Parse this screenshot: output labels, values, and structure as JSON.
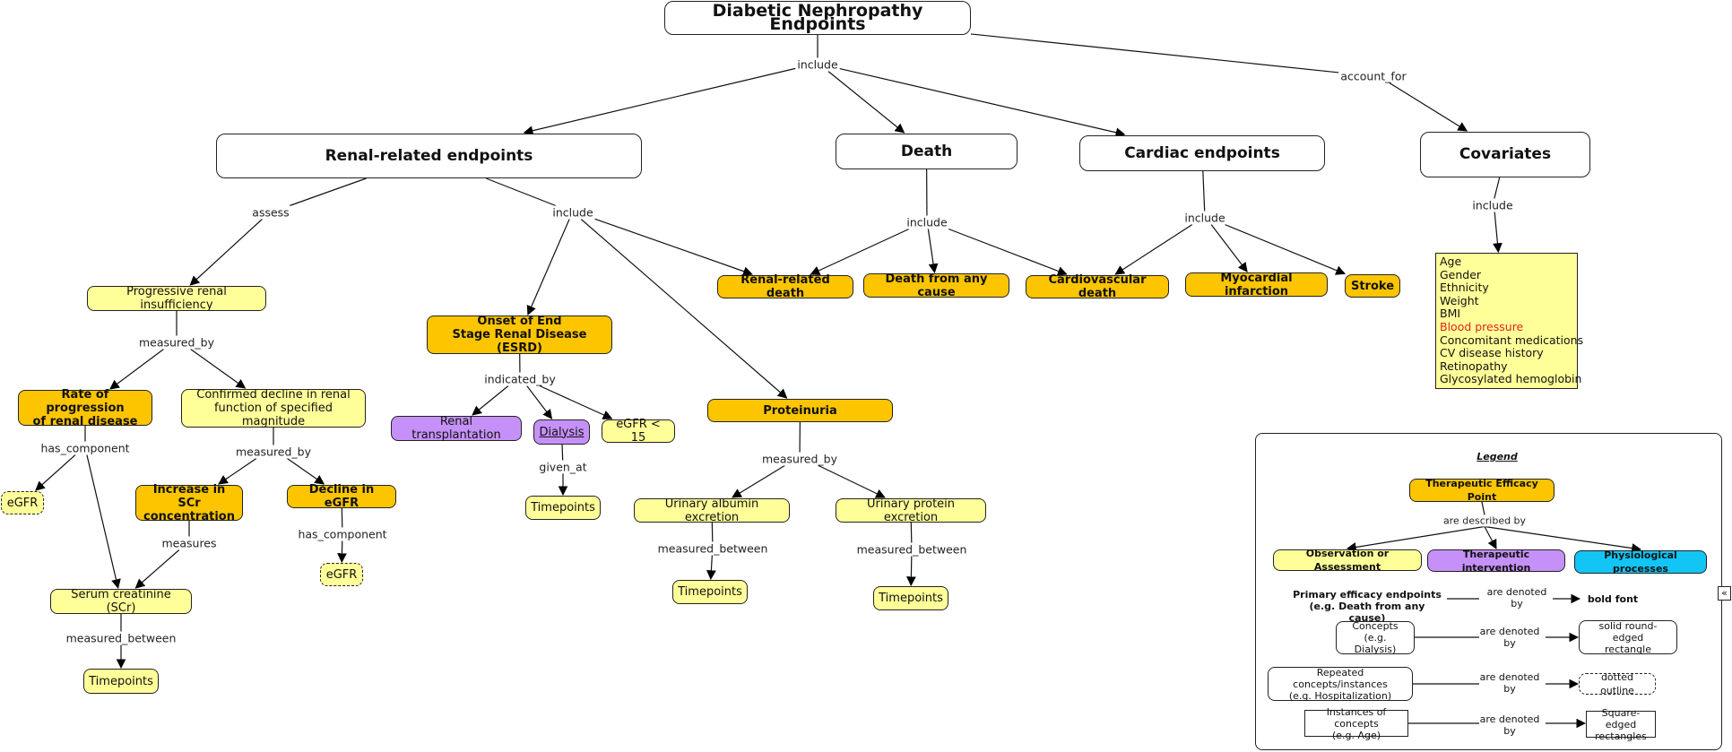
{
  "title": "Diabetic Nephropathy Endpoints",
  "colors": {
    "therapeutic_efficacy_point": "#fcc500",
    "observation_or_assessment": "#ffff99",
    "therapeutic_intervention": "#c591f8",
    "physiological_processes": "#12c5f5",
    "highlight_text": "#e0241b"
  },
  "nodes": [
    {
      "id": "root",
      "text": "Diabetic Nephropathy Endpoints",
      "kind": "hub"
    },
    {
      "id": "renal",
      "text": "Renal-related endpoints",
      "kind": "hub"
    },
    {
      "id": "death",
      "text": "Death",
      "kind": "hub"
    },
    {
      "id": "cardiac",
      "text": "Cardiac endpoints",
      "kind": "hub"
    },
    {
      "id": "covariates",
      "text": "Covariates",
      "kind": "hub"
    },
    {
      "id": "pri",
      "text": "Progressive renal insufficiency",
      "kind": "observe"
    },
    {
      "id": "rate",
      "text": "Rate of progression\nof renal disease",
      "kind": "endpoint"
    },
    {
      "id": "confirmed",
      "text": "Confirmed decline in renal\nfunction of specified magnitude",
      "kind": "observe"
    },
    {
      "id": "egfr1",
      "text": "eGFR",
      "kind": "observe dashed"
    },
    {
      "id": "scr_inc",
      "text": "Increase in SCr\nconcentration",
      "kind": "endpoint"
    },
    {
      "id": "egfr_decline",
      "text": "Decline in eGFR",
      "kind": "endpoint"
    },
    {
      "id": "egfr2",
      "text": "eGFR",
      "kind": "observe dashed"
    },
    {
      "id": "scr",
      "text": "Serum creatinine (SCr)",
      "kind": "observe"
    },
    {
      "id": "tp1",
      "text": "Timepoints",
      "kind": "observe"
    },
    {
      "id": "esrd",
      "text": "Onset of End\nStage Renal Disease (ESRD)",
      "kind": "endpoint"
    },
    {
      "id": "transplant",
      "text": "Renal transplantation",
      "kind": "intervene"
    },
    {
      "id": "dialysis",
      "text": "Dialysis",
      "kind": "intervene underline"
    },
    {
      "id": "egfr15",
      "text": "eGFR < 15",
      "kind": "observe"
    },
    {
      "id": "tp2",
      "text": "Timepoints",
      "kind": "observe"
    },
    {
      "id": "proteinuria",
      "text": "Proteinuria",
      "kind": "endpoint"
    },
    {
      "id": "uae",
      "text": "Urinary albumin excretion",
      "kind": "observe"
    },
    {
      "id": "upe",
      "text": "Urinary protein excretion",
      "kind": "observe"
    },
    {
      "id": "tp3",
      "text": "Timepoints",
      "kind": "observe"
    },
    {
      "id": "tp4",
      "text": "Timepoints",
      "kind": "observe"
    },
    {
      "id": "renal_death",
      "text": "Renal-related death",
      "kind": "endpoint"
    },
    {
      "id": "death_any",
      "text": "Death from any cause",
      "kind": "endpoint"
    },
    {
      "id": "cv_death",
      "text": "Cardiovascular death",
      "kind": "endpoint"
    },
    {
      "id": "mi",
      "text": "Myocardial infarction",
      "kind": "endpoint"
    },
    {
      "id": "stroke",
      "text": "Stroke",
      "kind": "endpoint"
    }
  ],
  "links": [
    {
      "id": "l_root_include",
      "text": "include",
      "from": "root",
      "to": [
        "renal",
        "death",
        "cardiac"
      ]
    },
    {
      "id": "l_root_account",
      "text": "account_for",
      "from": "root",
      "to": [
        "covariates"
      ]
    },
    {
      "id": "l_renal_assess",
      "text": "assess",
      "from": "renal",
      "to": [
        "pri"
      ]
    },
    {
      "id": "l_renal_include",
      "text": "include",
      "from": "renal",
      "to": [
        "esrd",
        "proteinuria",
        "renal_death"
      ]
    },
    {
      "id": "l_death_include",
      "text": "include",
      "from": "death",
      "to": [
        "renal_death",
        "death_any",
        "cv_death"
      ]
    },
    {
      "id": "l_cardiac_include",
      "text": "include",
      "from": "cardiac",
      "to": [
        "cv_death",
        "mi",
        "stroke"
      ]
    },
    {
      "id": "l_cov_include",
      "text": "include",
      "from": "covariates",
      "to": [
        "covlist"
      ]
    },
    {
      "id": "l_pri_measured",
      "text": "measured_by",
      "from": "pri",
      "to": [
        "rate",
        "confirmed"
      ]
    },
    {
      "id": "l_rate_comp",
      "text": "has_component",
      "from": "rate",
      "to": [
        "egfr1",
        "scr"
      ]
    },
    {
      "id": "l_conf_measured",
      "text": "measured_by",
      "from": "confirmed",
      "to": [
        "scr_inc",
        "egfr_decline"
      ]
    },
    {
      "id": "l_scrinc_measures",
      "text": "measures",
      "from": "scr_inc",
      "to": [
        "scr"
      ]
    },
    {
      "id": "l_egfrdec_comp",
      "text": "has_component",
      "from": "egfr_decline",
      "to": [
        "egfr2"
      ]
    },
    {
      "id": "l_scr_between",
      "text": "measured_between",
      "from": "scr",
      "to": [
        "tp1"
      ]
    },
    {
      "id": "l_esrd_indicated",
      "text": "indicated_by",
      "from": "esrd",
      "to": [
        "transplant",
        "dialysis",
        "egfr15"
      ]
    },
    {
      "id": "l_dialysis_given",
      "text": "given_at",
      "from": "dialysis",
      "to": [
        "tp2"
      ]
    },
    {
      "id": "l_prot_measured",
      "text": "measured_by",
      "from": "proteinuria",
      "to": [
        "uae",
        "upe"
      ]
    },
    {
      "id": "l_uae_between",
      "text": "measured_between",
      "from": "uae",
      "to": [
        "tp3"
      ]
    },
    {
      "id": "l_upe_between",
      "text": "measured_between",
      "from": "upe",
      "to": [
        "tp4"
      ]
    }
  ],
  "covariates_list": [
    {
      "text": "Age",
      "highlight": false
    },
    {
      "text": "Gender",
      "highlight": false
    },
    {
      "text": "Ethnicity",
      "highlight": false
    },
    {
      "text": "Weight",
      "highlight": false
    },
    {
      "text": "BMI",
      "highlight": false
    },
    {
      "text": "Blood pressure",
      "highlight": true
    },
    {
      "text": "Concomitant medications",
      "highlight": false
    },
    {
      "text": "CV disease history",
      "highlight": false
    },
    {
      "text": "Retinopathy",
      "highlight": false
    },
    {
      "text": "Glycosylated hemoglobin",
      "highlight": false
    }
  ],
  "legend": {
    "title": "Legend",
    "top_node": "Therapeutic Efficacy Point",
    "top_link": "are described by",
    "categories": [
      "Observation or Assessment",
      "Therapeutic intervention",
      "Physiological processes"
    ],
    "rows": [
      {
        "left": "Primary efficacy endpoints\n(e.g. Death from any cause)",
        "link": "are denoted\nby",
        "right": "bold font"
      },
      {
        "left": "Concepts\n(e.g. Dialysis)",
        "link": "are denoted\nby",
        "right": "solid round-edged\nrectangle"
      },
      {
        "left": "Repeated concepts/instances\n(e.g. Hospitalization)",
        "link": "are denoted\nby",
        "right": "dotted outline"
      },
      {
        "left": "Instances of concepts\n(e.g. Age)",
        "link": "are denoted\nby",
        "right": "Square-edged\nrectangles"
      }
    ]
  },
  "collapse_button": "«"
}
